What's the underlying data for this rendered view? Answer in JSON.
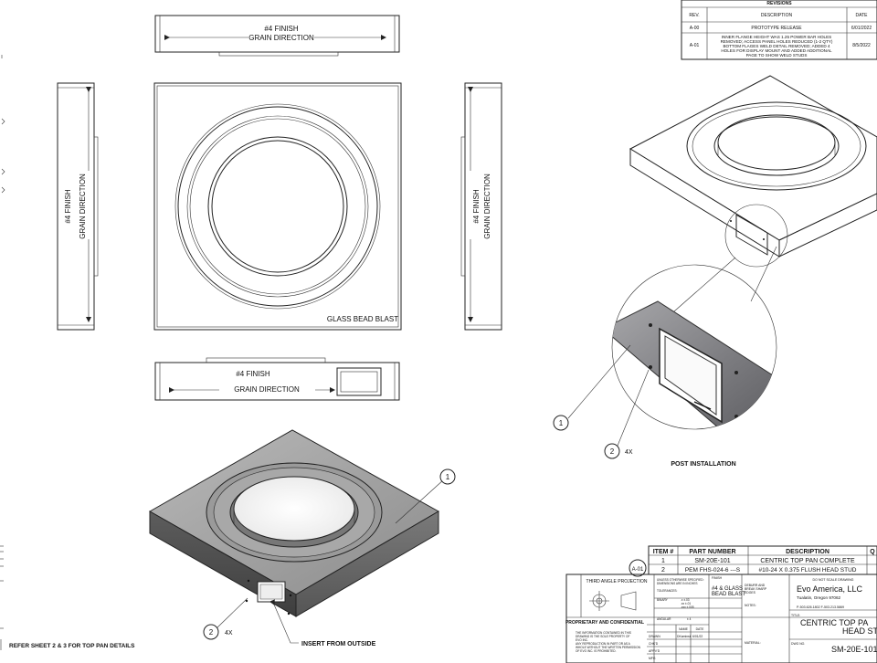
{
  "revisions": {
    "title": "REVISIONS",
    "headers": [
      "REV.",
      "DESCRIPTION",
      "DATE"
    ],
    "rows": [
      {
        "rev": "A-00",
        "desc": [
          "PROTOTYPE RELEASE"
        ],
        "date": "6/01/2022"
      },
      {
        "rev": "A-01",
        "desc": [
          "INNER FLANGE HEIGHT WAS 1.25 POWER BAR HOLES",
          "REMOVED; ACCESS PANEL HOLES REDUCED (1-2 QTY)",
          "BOTTOM FLAGES WELD DETAIL REMOVED; ADDED 4",
          "HOLES FOR DISPLAY MOUNT AND ADDED ADDITIONAL",
          "PAGE TO SHOW WELD STUDS"
        ],
        "date": "8/5/2022"
      }
    ]
  },
  "views": {
    "top_finish": "#4 FINISH",
    "top_grain": "GRAIN DIRECTION",
    "left_finish": "#4 FINISH",
    "left_grain": "GRAIN DIRECTION",
    "right_finish": "#4 FINISH",
    "right_grain": "GRAIN DIRECTION",
    "front_finish": "#4 FINISH",
    "front_grain": "GRAIN DIRECTION",
    "plan_note": "GLASS BEAD BLAST",
    "post_installation": "POST INSTALLATION",
    "insert_note": "INSERT FROM OUTSIDE",
    "refer_note": "REFER SHEET 2 & 3 FOR TOP PAN DETAILS",
    "rev_marker": "A-01"
  },
  "balloons": {
    "iso_item": "1",
    "iso_stud": "2",
    "iso_qty": "4X",
    "detail_item": "1",
    "detail_stud": "2",
    "detail_qty": "4X"
  },
  "bom": {
    "headers": [
      "ITEM #",
      "PART NUMBER",
      "DESCRIPTION",
      "Q"
    ],
    "rows": [
      {
        "item": "1",
        "part": "SM-20E-101",
        "desc": "CENTRIC TOP PAN COMPLETE"
      },
      {
        "item": "2",
        "part": "PEM FHS-024-6 ---S",
        "desc": "#10-24 X 0.375 FLUSH HEAD STUD"
      }
    ]
  },
  "title_block": {
    "third_angle": "THIRD ANGLE PROJECTION",
    "proprietary": "PROPRIETARY AND CONFIDENTIAL",
    "unless": [
      "UNLESS OTHERWISE SPECIFIED:",
      "DIMENSIONS ARE IN INCHES"
    ],
    "tolerances": "TOLERANCES:",
    "binary": "BINARY",
    "tol_values": [
      ".x ±.03",
      ".xx ±.01",
      ".xxx ±.005"
    ],
    "angular": "ANGULAR",
    "angular_value": "± 4",
    "finish_label": "FINISH",
    "finish_value": [
      "#4 & GLASS",
      "BEAD BLAST"
    ],
    "deburr": [
      "DEBURR AND",
      "BREAK SHARP",
      "EDGES"
    ],
    "notes": "NOTES:",
    "material": "MATERIAL:",
    "do_not_scale": "DO NOT SCALE DRAWING",
    "company": "Evo America, LLC",
    "address": "Tualatin, Oregon 97062",
    "phone": "P-503.626.1802   F-503.213.5869",
    "title_label": "TITLE:",
    "title": [
      "CENTRIC TOP PA",
      "HEAD ST"
    ],
    "dwg_label": "DWG NO.",
    "dwg_no": "SM-20E-101",
    "name_header": "NAME",
    "date_header": "DATE",
    "drawn": "DRAWN",
    "drawn_name": "DKaminsk",
    "drawn_date": "6/01/22",
    "checked": "CHK'D",
    "approved": "APPV'D",
    "mfg": "MFG",
    "disclaimer": [
      "THE INFORMATION CONTAINED IN THIS",
      "DRAWING IS THE SOLE PROPERTY OF",
      "EVO INC.",
      "ANY REPRODUCTION IN PART OR AS A",
      "WHOLE WITHOUT THE WRITTEN PERMISSION",
      "OF EVO INC. IS PROHIBITED."
    ]
  }
}
